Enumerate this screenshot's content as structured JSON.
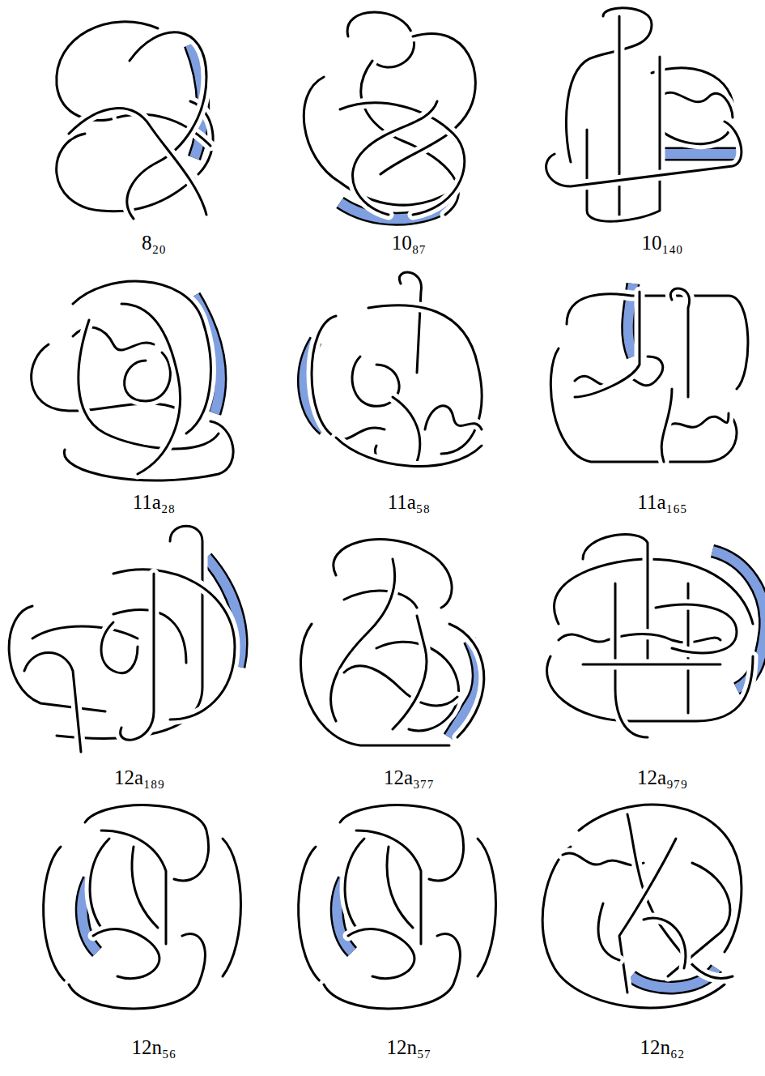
{
  "diagram": {
    "labels": [
      "8₂₀",
      "10₈₇",
      "10₁₄₀",
      "11a₂₈",
      "11a₅₈",
      "11a₁₆₅",
      "12a₁₈₉",
      "12a₃₇₇",
      "12a₉₇₉",
      "12n₅₆",
      "12n₅₇",
      "12n₆₂"
    ]
  }
}
